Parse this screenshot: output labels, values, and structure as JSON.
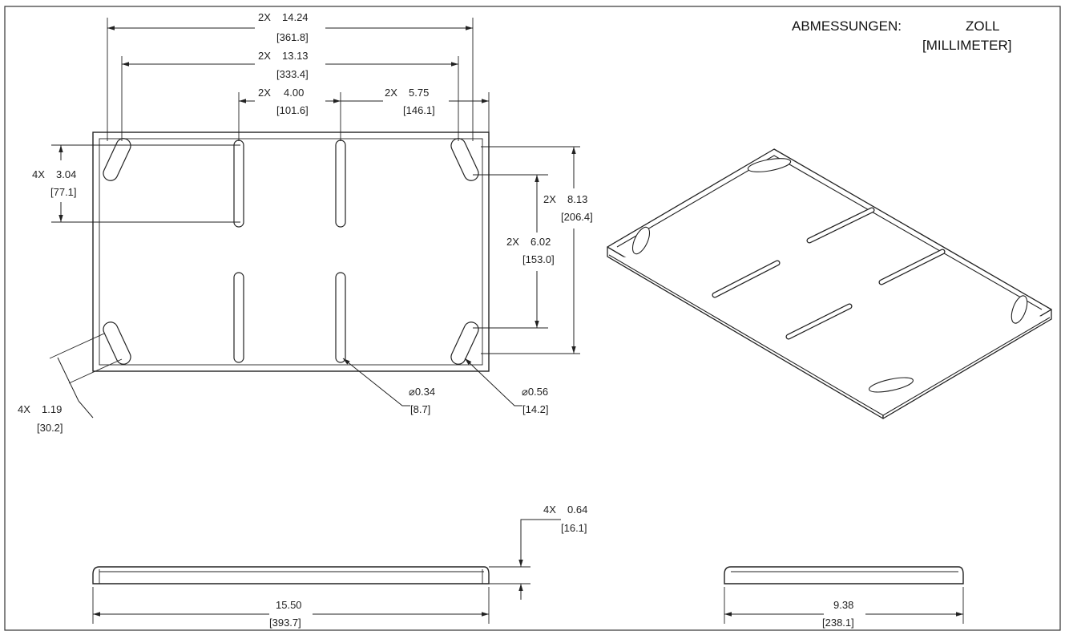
{
  "title": {
    "label": "ABMESSUNGEN:",
    "unit_primary": "ZOLL",
    "unit_secondary": "[MILLIMETER]"
  },
  "dimensions": {
    "overall_width": {
      "qty": "2X",
      "inch": "14.24",
      "mm": "[361.8]"
    },
    "slot_span": {
      "qty": "2X",
      "inch": "13.13",
      "mm": "[333.4]"
    },
    "inner_gap": {
      "qty": "2X",
      "inch": "4.00",
      "mm": "[101.6]"
    },
    "side_gap": {
      "qty": "2X",
      "inch": "5.75",
      "mm": "[146.1]"
    },
    "left_height": {
      "qty": "4X",
      "inch": "3.04",
      "mm": "[77.1]"
    },
    "right_height": {
      "qty": "2X",
      "inch": "8.13",
      "mm": "[206.4]"
    },
    "right_inner": {
      "qty": "2X",
      "inch": "6.02",
      "mm": "[153.0]"
    },
    "corner_offset": {
      "qty": "4X",
      "inch": "1.19",
      "mm": "[30.2]"
    },
    "slot_dia_small": {
      "inch": "⌀0.34",
      "mm": "[8.7]"
    },
    "slot_dia_large": {
      "inch": "⌀0.56",
      "mm": "[14.2]"
    },
    "flange_height": {
      "qty": "4X",
      "inch": "0.64",
      "mm": "[16.1]"
    },
    "front_length": {
      "inch": "15.50",
      "mm": "[393.7]"
    },
    "side_length": {
      "inch": "9.38",
      "mm": "[238.1]"
    }
  }
}
